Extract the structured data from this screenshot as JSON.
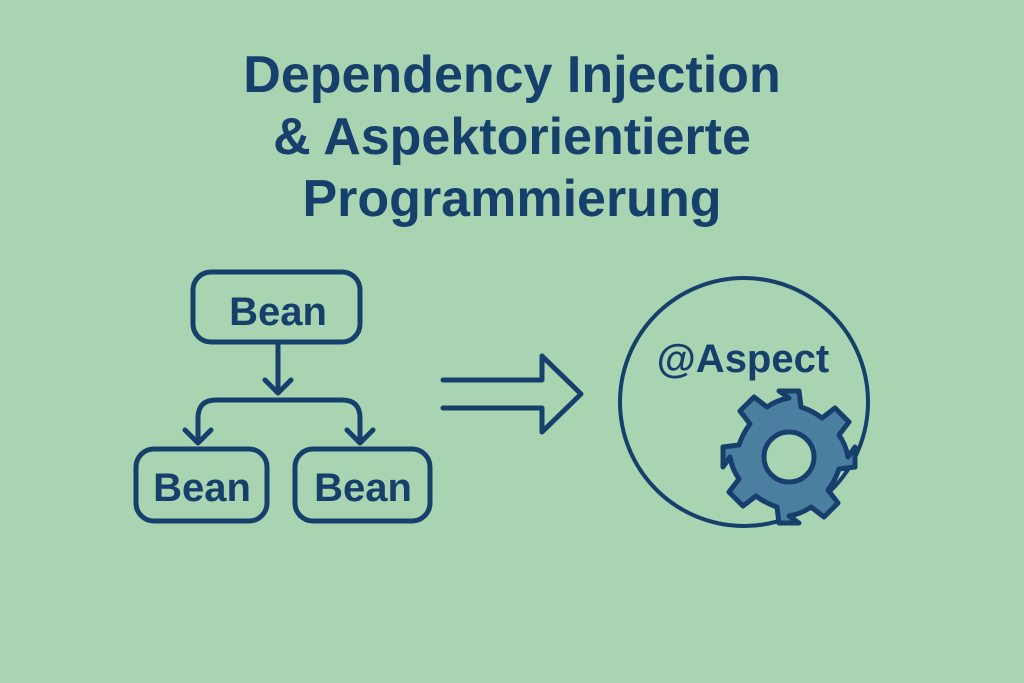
{
  "title": {
    "line1": "Dependency Injection",
    "line2": "& Aspektorientierte",
    "line3": "Programmierung"
  },
  "di_tree": {
    "root": {
      "label": "Bean"
    },
    "children": [
      {
        "label": "Bean"
      },
      {
        "label": "Bean"
      }
    ]
  },
  "aop": {
    "label": "@Aspect",
    "icon": "gear-icon"
  },
  "connector": {
    "icon": "double-arrow-right-icon"
  },
  "colors": {
    "background": "#a8d4b2",
    "primary": "#173f6b",
    "gear_fill": "#4a7fa0"
  }
}
